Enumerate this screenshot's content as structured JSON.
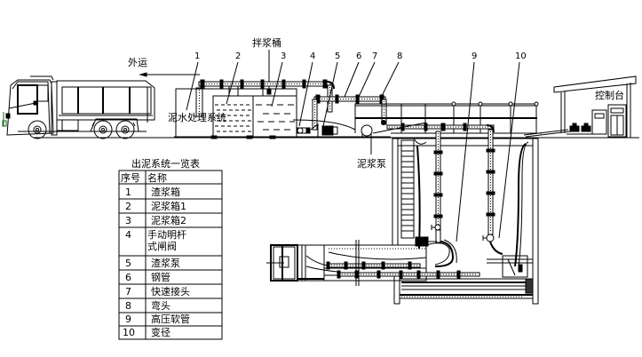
{
  "diagram": {
    "labels": {
      "outbound": "外运",
      "mixing_tank": "拌浆桶",
      "mud_water_system": "泥水处理系统",
      "slurry_pump": "泥浆泵",
      "control_station": "控制台"
    },
    "callouts": [
      "1",
      "2",
      "3",
      "4",
      "5",
      "6",
      "7",
      "8",
      "9",
      "10"
    ],
    "legend_table": {
      "title": "出泥系统一览表",
      "headers": [
        "序号",
        "名称"
      ],
      "rows": [
        {
          "no": "1",
          "name": "渣浆箱"
        },
        {
          "no": "2",
          "name": "泥浆箱1"
        },
        {
          "no": "3",
          "name": "泥浆箱2"
        },
        {
          "no": "4",
          "name": "手动明杆式闸阀",
          "name_line1": "手动明杆",
          "name_line2": "式闸阀"
        },
        {
          "no": "5",
          "name": "渣浆泵"
        },
        {
          "no": "6",
          "name": "钢管"
        },
        {
          "no": "7",
          "name": "快速接头"
        },
        {
          "no": "8",
          "name": "弯头"
        },
        {
          "no": "9",
          "name": "高压软管"
        },
        {
          "no": "10",
          "name": "变径"
        }
      ]
    }
  }
}
